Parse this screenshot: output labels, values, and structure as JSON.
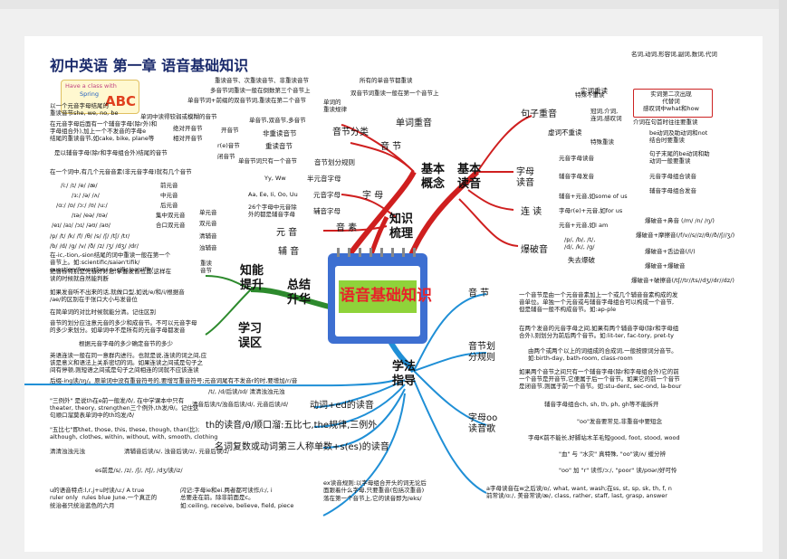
{
  "title": "初中英语  第一章  语音基础知识",
  "logo": {
    "line1": "Have a class with",
    "line2": "Spring",
    "letters": "ABC"
  },
  "center": {
    "label": "语音基础知识",
    "icon": "calendar-icon"
  },
  "colors": {
    "red": "#cf1f1f",
    "blue": "#1f8fd6",
    "green": "#2d8a2d",
    "navy": "#1a2a6b"
  },
  "branches": {
    "basic_concepts": "基本\n概念",
    "basic_reading": "基本\n读音",
    "knowledge": "知识\n梳理",
    "summary": "总结\n升华",
    "method": "学法\n指导"
  },
  "concepts": {
    "word_stress": "单词重音",
    "stress_rule": "单词的\n重读规律",
    "r1": "所有的单音节都重读",
    "r2": "双音节词重读一般在第一个音节上",
    "r3": "重读音节、次重读音节、非重读音节",
    "r4": "多音节词重读一般在倒数第三个音节上",
    "r5": "单音节词+前缀的双音节词,重读在第二个音节",
    "r6": "以一个元音字母结尾的\n重读音节she, we, no, be",
    "r7": "单词中读得较弱或模糊的音节",
    "syllable_class": "音节分类",
    "syl_mono": "单音节,双音节,多音节",
    "syl_unstress": "非重读音节",
    "syl_stress": "重读音节",
    "open": "开音节",
    "abs_open": "绝对开音节",
    "rel_open": "相对开音节",
    "open_desc": "在元音字母后面有一个辅音字母(除r外)和\n字母组合外),加上一个不发音的字母e\n结尾的重读音节,如cake, bike, plane等",
    "r_syl": "r(e)音节",
    "closed": "闭音节",
    "r_desc": "是以辅音字母(除r和字母组合外)结尾的音节",
    "syllable": "音  节",
    "syl_rule": "音节划分规则",
    "syl_rule_a": "单音节词只有一个音节",
    "syl_rule_b": "在一个词中,有几个元音音素(非元音字母)就有几个音节",
    "letter": "字  母",
    "half_vowel": "半元音字母",
    "yw": "Yy, Ww",
    "vowel_letter": "元音字母",
    "vowel_letters": "Aa, Ee, Ii, Oo, Uu",
    "cons_letter": "辅音字母",
    "cons_desc": "26个字母中元音除\n外的都是辅音字母",
    "phoneme": "音  素",
    "vowel": "元  音",
    "consonant": "辅  音",
    "mono_vowel": "单元音",
    "di_vowel": "双元音",
    "front": "前元音",
    "mid": "中元音",
    "back": "后元音",
    "central": "集中双元音",
    "close": "合口双元音",
    "voiced": "清辅音",
    "unvoiced": "浊辅音",
    "ipa1": "/iː/  /ɪ/  /e/  /æ/",
    "ipa2": "/ɜː/  /ə/  /ʌ/",
    "ipa3": "/ɑː/  /ɒ/  /ɔː/  /ʊ/  /uː/",
    "ipa4": "/ɪə/  /eə/  /ʊə/",
    "ipa5": "/eɪ/  /aɪ/  /ɔɪ/  /əʊ/  /aʊ/",
    "ipa6": "/p/ /t/ /k/ /f/ /θ/ /s/ /ʃ/ /tʃ/ /tr/",
    "ipa7": "/b/ /d/ /g/ /v/ /ð/ /z/ /ʒ/ /dʒ/ /dr/",
    "ipa8": "在-ic,-tion,-sion结尾的词中重读一般在第一个\n音节上。如:scientific/saiən'tifik/\nquestion/'kwestʃən/ pacific/pə'sifik/"
  },
  "reading": {
    "sent_stress": "句子重音",
    "real_stress": "实词重读",
    "real_list": "名词,动词,形容词,副词,数词,代词",
    "special_stress": "特殊不重读",
    "special_a": "实词第二次出现\n代替词\n感叹词中what和how",
    "func_weak": "虚词不重读",
    "func_list": "冠词,介词,\n连词,感叹词",
    "func_end": "介词在句首时往往要重读",
    "special_read": "特殊重读",
    "sp_a": "be动词及助动词和not\n结合时要重读",
    "sp_b": "句子末尾的be动词和助\n动词一般要重读",
    "letter_read": "字母\n读音",
    "lr_a": "元音字母读音",
    "lr_b": "辅音字母发音",
    "lr_c": "元音字母组合读音",
    "lr_d": "辅音字母组合发音",
    "liaison": "连  读",
    "li_a": "辅音+元音,如some of us",
    "li_b": "字母r(e)+元音,如for us",
    "li_c": "元音+元音,如I am",
    "plosive": "爆破音",
    "pl_a": "/p/, /b/, /t/,\n/d/, /k/, /g/",
    "pl_b": "失去爆破",
    "pl_1": "爆破音+鼻音 (/m/ /n/ /ŋ/)",
    "pl_2": "爆破音+摩擦音(/f/v//s//z//θ//ð//ʃ//ʒ/)",
    "pl_3": "爆破音+舌边音(/l/)",
    "pl_4": "爆破音+爆破音",
    "pl_5": "爆破音+破擦音(/tʃ//tr//ts//dʒ//dr//dz/)"
  },
  "summary": {
    "ability": "知能\n提升",
    "mistakes": "学习\n误区",
    "stress_syl": "重读\n音节",
    "s1": "把音标特别是元音好好念,掌握发音位置,这样在\n读的时候就自然能判断",
    "s2": "如果发音听不出来的话,就做口型,如说/e/和/i/根据音\n/ae/的区别在于张口大小与发音位",
    "s3": "在简单词的对比时候就能分清。记住区别",
    "s4": "音节的划分应注意元音的多少和成音节。不可以元音字母\n的多少来划分。如单词中不是所有的元音字母都发音",
    "s5": "根据元音字母的多少确定音节的多少",
    "s6": "英语连读一般在同一意群内进行。也就是说,连读的词之间,应\n该是意义和语法上关系密切的词。如果连读之间或是句子之\n间有停顿,则短语之间或是句子之间相连的词就不应该连读"
  },
  "method": {
    "m_ing": "后缀-ing读/ɪŋ/。原单词中没有重音符号的,要增写重音符号;元音词尾有不发音r的时,要增加/r/音",
    "syllable": "音  节",
    "syl_desc": "一个音节是由一个元音音素加上一个或几个辅音音素构成的发\n音单位。单独一个元音或与辅音字母组合可以构成一个音节,\n但是辅音一般不构成音节。如:ap-ple",
    "syl_rule": "音节划\n分规则",
    "sr_a": "在两个发音的元音字母之间,如果有两个辅音字母(除r和字母组\n合外),则划分为前后两个音节。如:lit-ter, fac-tory, pret-ty",
    "sr_b": "由两个或两个以上的词组成的合成词,一般按原词分音节。\n如:birth-day, bath-room, class-room",
    "sr_c": "如果两个音节之间只有一个辅音字母(除r和字母组合外)它的前\n一个音节是开音节,它便属于后一个音节。如果它的前一个音节\n是闭音节,则属于前一个音节。如:stu-dent, sec-ond, la-bour",
    "cons_combo": "辅音字母组合ch, sh, th, ph, gh等不能拆开",
    "oo": "字母oo\n读音歌",
    "oo_1": "\"oo\"发音要常见,非重音中要短念",
    "oo_2": "字母K前不能长,好脚站木羊毛短good, foot, stood, wood",
    "oo_3": "\"血\" 与 \"水灾\" 真特殊, \"oo\"读/ʌ/ 缓分辨",
    "oo_4": "\"oo\" 加 \"r\" 读作/ɔː/, \"poor\" 读/pʊər/好可怜",
    "ar_rule": "a字母读音在w之后读/ɒ/, what, want, wash;在ss, st, sp, sk, th, f, n\n前常读/ɑː/, 美音常读/æ/, class, rather, staff, last, grasp, answer",
    "ed": "动词+ed的读音",
    "ed_1": "/t/, /d/后读/ɪd/  清清浊浊元浊",
    "ed_2": "清音后读/t/浊音后读/d/, 元音后读/d/",
    "ed_3": "\"三例外\" 是说th在e前一般发/ð/, 在中学课本中只有\ntheater, theory, strengthen三个例外,th发/θ/。记住这\n句顺口溜莫表单词中的th均发/ð/",
    "th": "th的读音/θ/顺口溜:五比七,the规律,三例外",
    "th_desc": "\"五比七\"即thet, those, this, these, though, than(比);\nalthough, clothes, within, without, with, smooth, clothing",
    "plural": "名词复数或动词第三人称单数+s(es)的读音",
    "pl_a": "清清浊浊元浊",
    "pl_b": "清辅音后读/s/, 浊音后读/z/, 元音后读/z/",
    "pl_c": "es前是/s/, /z/, /ʃ/, /tʃ/, /dʒ/读/iz/",
    "u_desc": "u的语音特点:l,r,j+u时读/uː/ A true\nruler only  rules blue June.一个真正的\n统治者只统治蓝色的六月",
    "ie_desc": "闪记:字母ie和ei.两者都可读作/iː/, i\n总要走在前。除非前面是c。\n如:ceiling, receive, believe, field, piece",
    "ex_desc": "ex读音规则:以字母组合开头的词无论后\n面跟着什么字母,只要重音(包括次重音)\n落在第一个音节上,它的读音即为/eks/"
  }
}
